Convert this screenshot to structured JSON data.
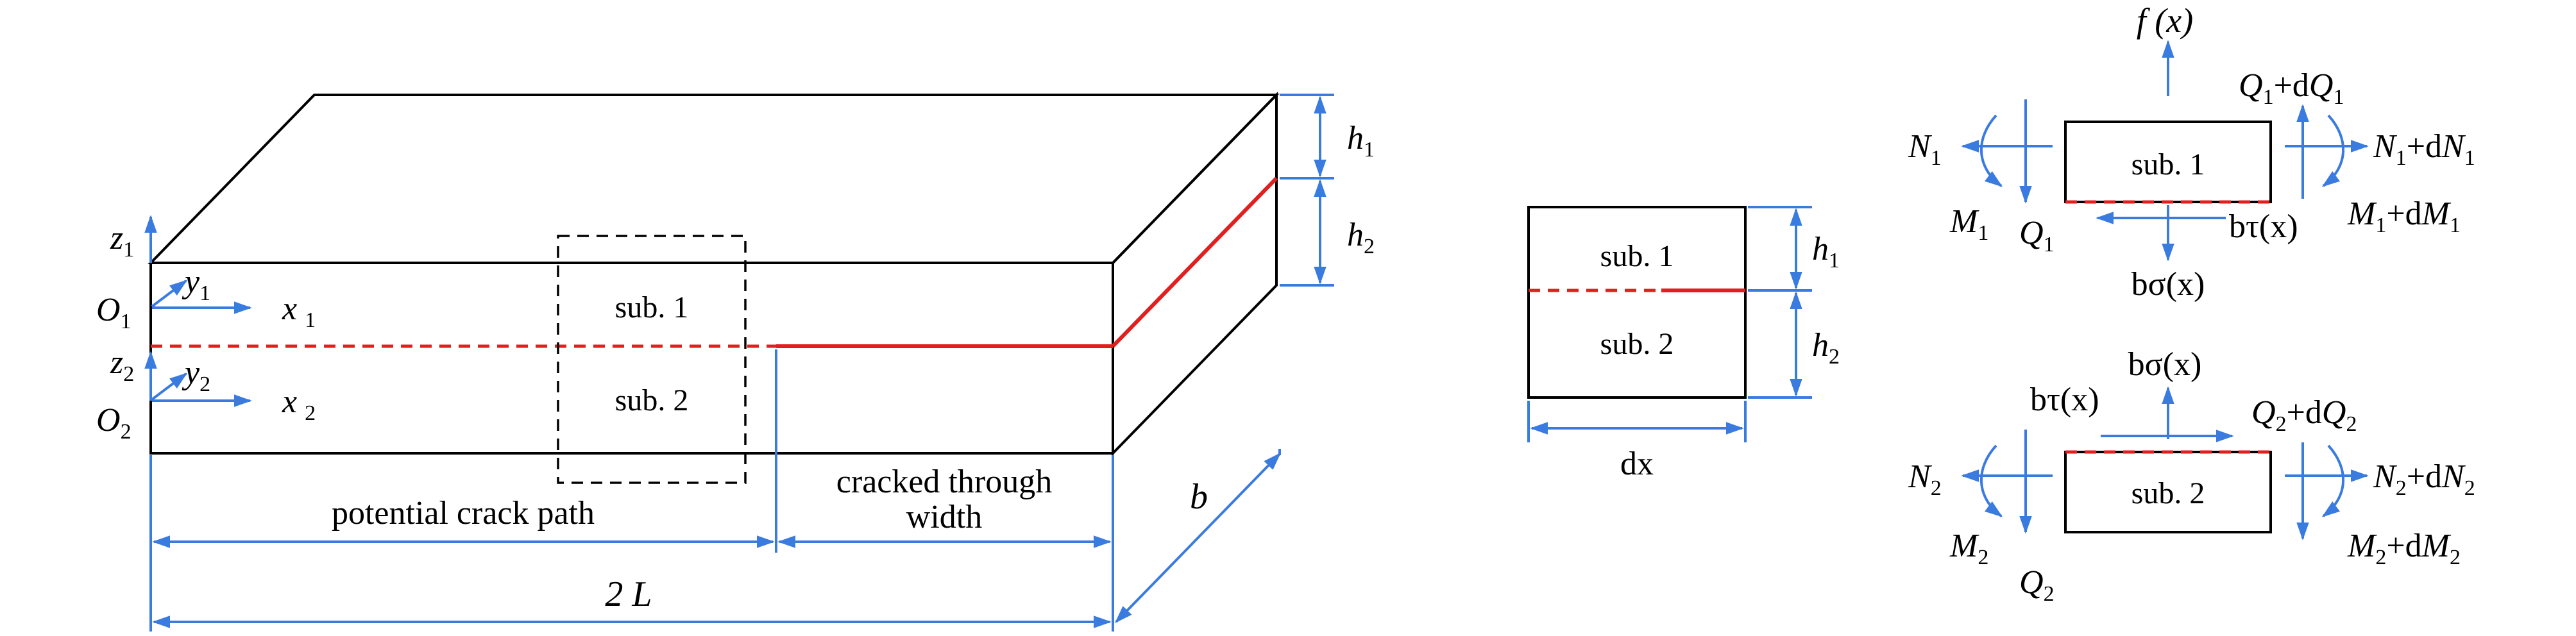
{
  "labels": {
    "main_h1": "h",
    "main_h1_sub": "1",
    "main_h2": "h",
    "main_h2_sub": "2",
    "z1": "z",
    "z1_sub": "1",
    "y1": "y",
    "y1_sub": "1",
    "x1": "x",
    "x1_sub": "1",
    "O1": "O",
    "O1_sub": "1",
    "z2": "z",
    "z2_sub": "2",
    "y2": "y",
    "y2_sub": "2",
    "x2": "x",
    "x2_sub": "2",
    "O2": "O",
    "O2_sub": "2",
    "sub1": "sub. 1",
    "sub2": "sub. 2",
    "potential": "potential crack path",
    "cracked_line1": "cracked through",
    "cracked_line2": "width",
    "b": "b",
    "twoL": "2 L",
    "dx": "dx",
    "el_h1": "h",
    "el_h1_sub": "1",
    "el_h2": "h",
    "el_h2_sub": "2"
  },
  "fbd1": {
    "f": "f (x)",
    "Q1dQ1": "Q 1 +dQ 1",
    "N1": "N 1",
    "N1dN1": "N 1 +dN 1",
    "sub": "sub. 1",
    "M1": "M 1",
    "Q1": "Q 1",
    "btau": "bτ(x)",
    "M1dM1": "M 1 +dM 1",
    "bsigma": "bσ(x)"
  },
  "fbd2": {
    "bsigma": "bσ(x)",
    "btau": "bτ(x)",
    "Q2dQ2": "Q 2 +dQ 2",
    "N2": "N 2",
    "N2dN2": "N 2 +dN 2",
    "sub": "sub. 2",
    "M2": "M 2",
    "M2dM2": "M 2 +dM 2",
    "Q2": "Q 2"
  },
  "colors": {
    "arrow": "#3a7be0",
    "crack": "#e21f1f",
    "outline": "#000000"
  }
}
